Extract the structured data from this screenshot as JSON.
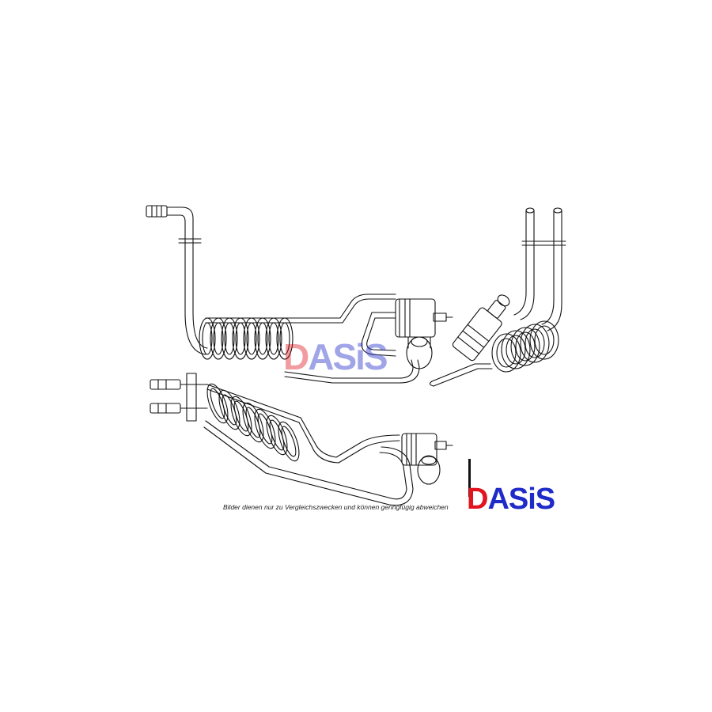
{
  "caption": "Bilder dienen nur zu Vergleichszwecken und können geringfügig abweichen",
  "logo": {
    "text_first": "D",
    "text_rest": "ASiS",
    "color_red": "#e0151f",
    "color_blue": "#1f2bc9"
  },
  "watermark": {
    "text_first": "D",
    "text_rest": "ASiS"
  },
  "diagram": {
    "line_color": "#111111",
    "parts": [
      "hose-assembly-top-left",
      "hose-assembly-right",
      "hose-assembly-bottom"
    ]
  }
}
